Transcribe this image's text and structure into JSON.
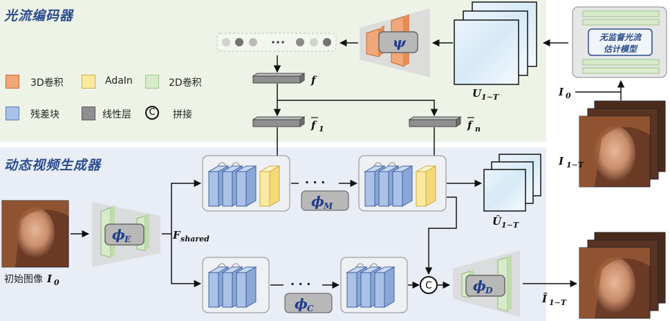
{
  "sections": {
    "optical_flow_encoder": "光流编码器",
    "dynamic_video_generator": "动态视频生成器"
  },
  "legend": [
    {
      "label": "3D卷积",
      "color": "#f0a77a"
    },
    {
      "label": "AdaIn",
      "color": "#fbe9a0"
    },
    {
      "label": "2D卷积",
      "color": "#d7ebcb"
    },
    {
      "label": "残差块",
      "color": "#a9c2e6"
    },
    {
      "label": "线性层",
      "color": "#8f8f8f"
    },
    {
      "label": "拼接",
      "symbol": "C"
    }
  ],
  "modules": {
    "psi": "ψ",
    "phi_e": "ϕ",
    "phi_e_sub": "E",
    "phi_m": "ϕ",
    "phi_m_sub": "M",
    "phi_c": "ϕ",
    "phi_c_sub": "C",
    "phi_d": "ϕ",
    "phi_d_sub": "D",
    "flow_model_line1": "无监督光流",
    "flow_model_line2": "估计模型"
  },
  "labels": {
    "f": "f",
    "f1": "f",
    "f1_sub": "1",
    "fn": "f",
    "fn_sub": "n",
    "u": "U",
    "u_sub": "1∼T",
    "u_hat": "Û",
    "u_hat_sub": "1∼T",
    "i0": "I",
    "i0_sub": "0",
    "i_seq": "I",
    "i_seq_sub": "1∼T",
    "i_hat": "Î",
    "i_hat_sub": "1∼T",
    "f_shared": "F",
    "f_shared_sub": "shared",
    "initial_image": "初始图像",
    "initial_i": "I",
    "initial_i_sub": "0",
    "dots": "· · ·",
    "concat": "C"
  }
}
